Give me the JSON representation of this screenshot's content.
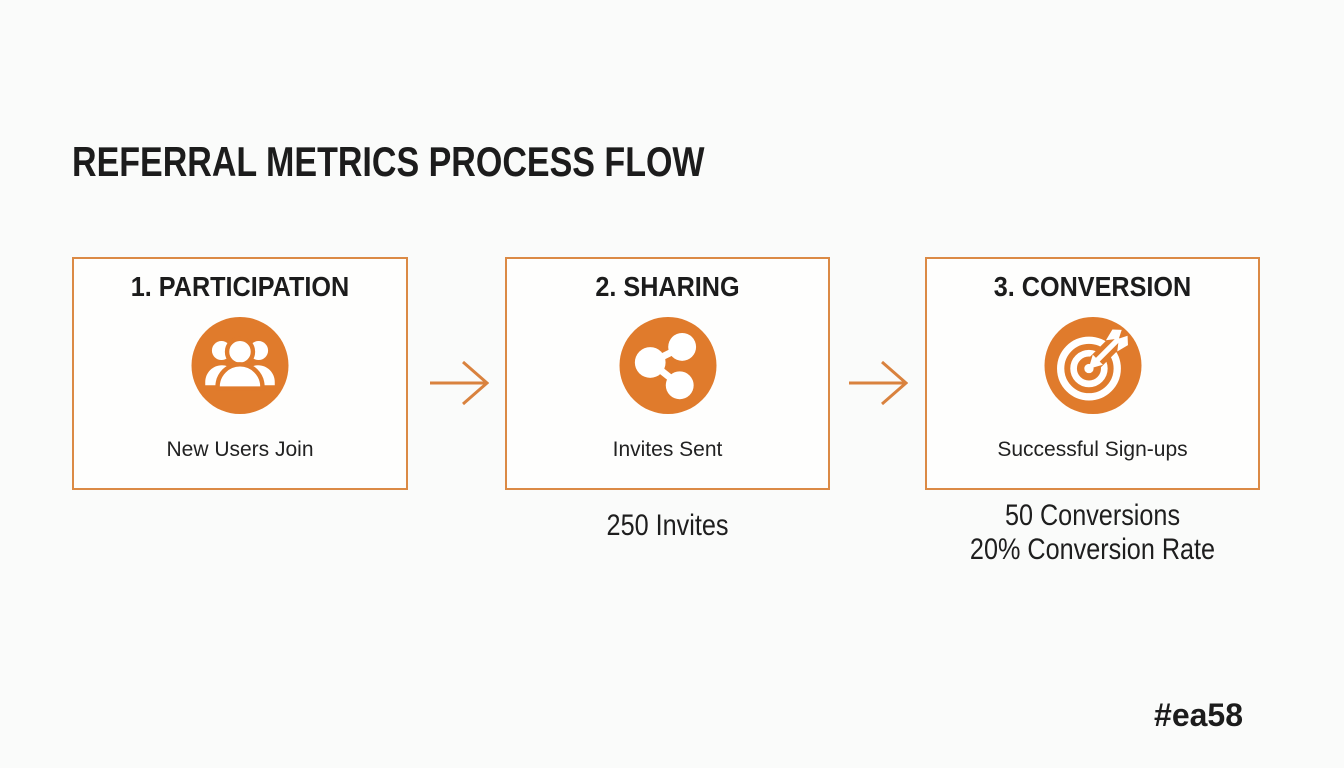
{
  "page": {
    "title": "REFERRAL METRICS PROCESS FLOW",
    "watermark": "#ea58",
    "background": "#FAFBFA"
  },
  "colors": {
    "accent_orange": "#E07B2C",
    "box_border_orange": "#DB8A45",
    "arrow_orange": "#D9823E",
    "text_dark": "#1C1C1C"
  },
  "steps": [
    {
      "title": "1. PARTICIPATION",
      "icon": "users-group-icon",
      "caption": "New Users Join",
      "metrics": []
    },
    {
      "title": "2. SHARING",
      "icon": "share-icon",
      "caption": "Invites Sent",
      "metrics": [
        "250 Invites"
      ]
    },
    {
      "title": "3. CONVERSION",
      "icon": "target-bullseye-icon",
      "caption": "Successful Sign-ups",
      "metrics": [
        "50 Conversions",
        "20% Conversion Rate"
      ]
    }
  ],
  "connectors": [
    {
      "icon": "arrow-right-icon"
    },
    {
      "icon": "arrow-right-icon"
    }
  ]
}
